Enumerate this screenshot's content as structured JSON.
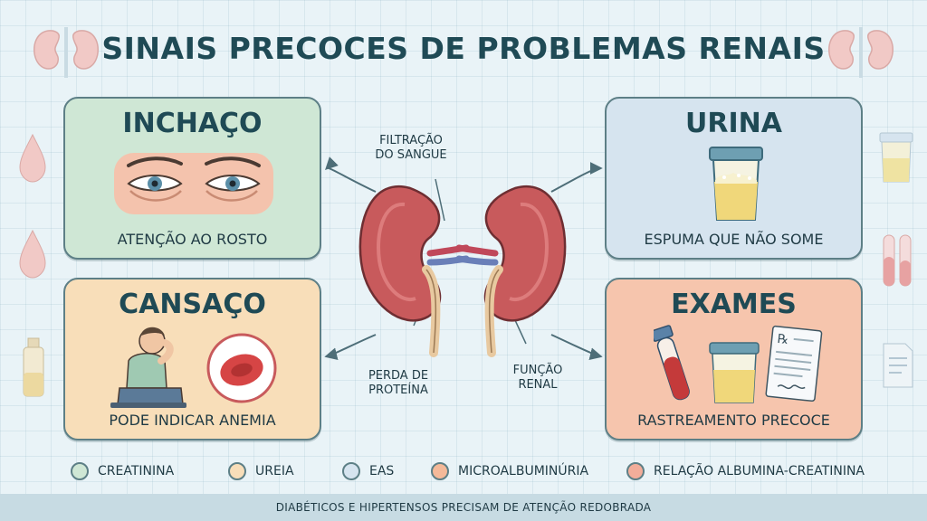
{
  "title": "SINAIS PRECOCES DE PROBLEMAS RENAIS",
  "colors": {
    "green_card": "#cfe7d5",
    "blue_card": "#d6e4ef",
    "yellow_card": "#f8deb9",
    "orange_card": "#f6c5ad",
    "kidney": "#c85a5c",
    "background": "#e9f3f7"
  },
  "cards": {
    "inchaco": {
      "title": "INCHAÇO",
      "caption": "ATENÇÃO AO ROSTO",
      "icon": "swollen-eyes-icon"
    },
    "urina": {
      "title": "URINA",
      "caption": "ESPUMA QUE NÃO SOME",
      "icon": "urine-cup-icon"
    },
    "cansaco": {
      "title": "CANSAÇO",
      "caption": "PODE INDICAR ANEMIA",
      "icon": "tired-person-icon"
    },
    "exames": {
      "title": "EXAMES",
      "caption": "RASTREAMENTO PRECOCE",
      "icon": "lab-tests-icon"
    }
  },
  "center_labels": {
    "filtration": [
      "FILTRAÇÃO",
      "DO SANGUE"
    ],
    "protein": [
      "PERDA DE",
      "PROTEÍNA"
    ],
    "function": [
      "FUNÇÃO",
      "RENAL"
    ]
  },
  "legend": [
    {
      "label": "CREATININA",
      "color": "#cfe7d5"
    },
    {
      "label": "UREIA",
      "color": "#f8deb9"
    },
    {
      "label": "EAS",
      "color": "#d6e4ef"
    },
    {
      "label": "MICROALBUMINÚRIA",
      "color": "#f4b999"
    },
    {
      "label": "RELAÇÃO ALBUMINA-CREATININA",
      "color": "#f2ad9a"
    }
  ],
  "footer": "DIABÉTICOS E HIPERTENSOS PRECISAM DE ATENÇÃO REDOBRADA"
}
